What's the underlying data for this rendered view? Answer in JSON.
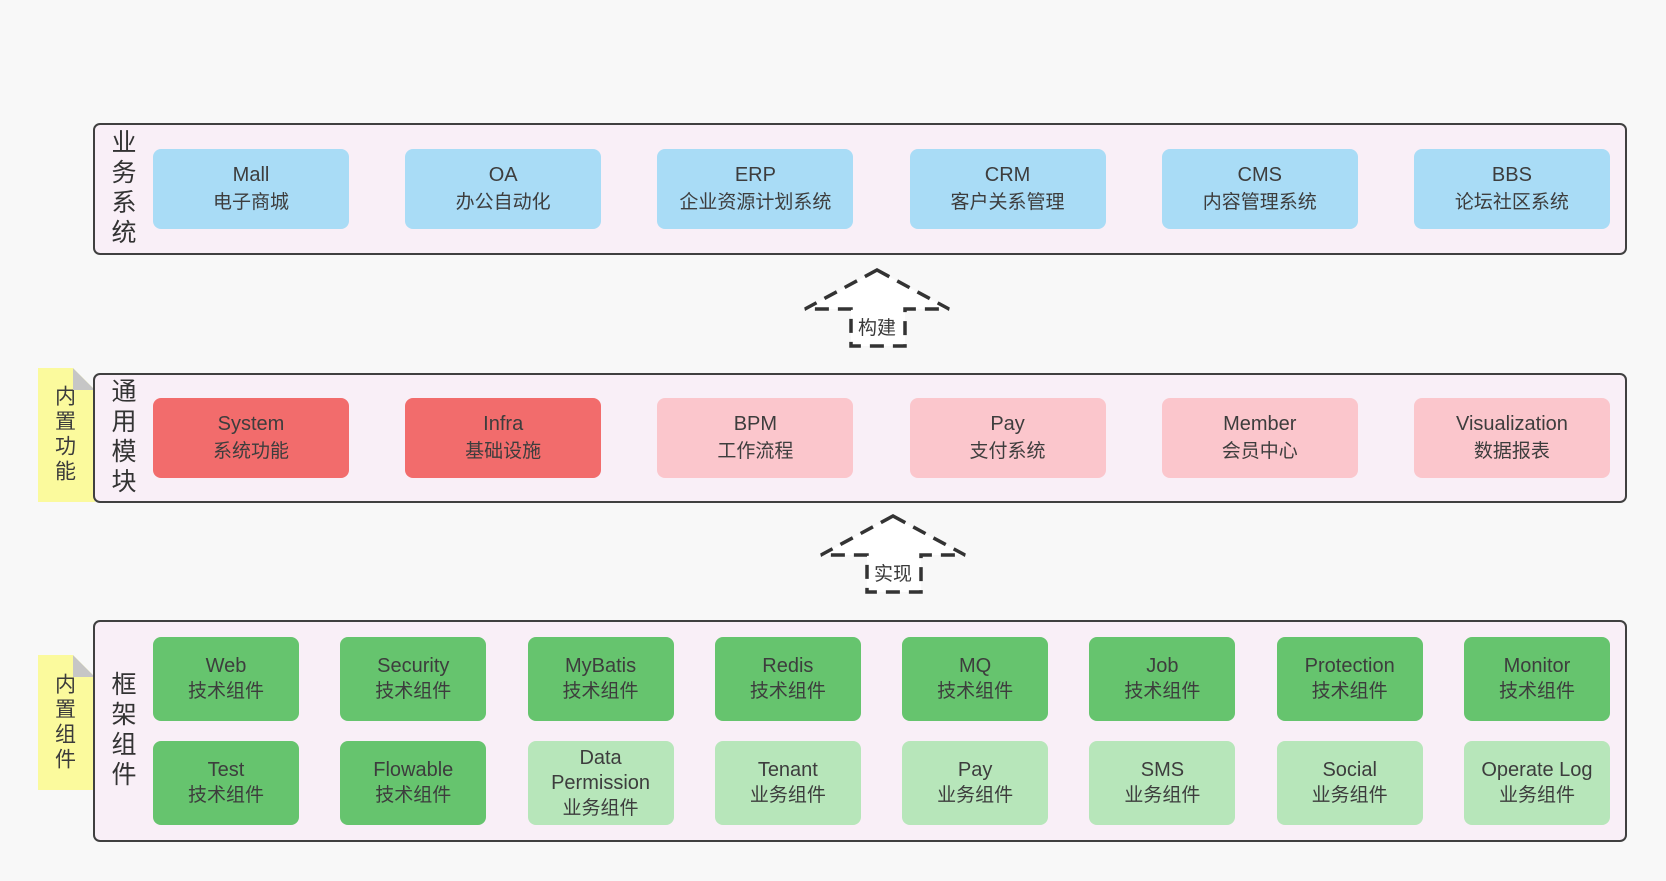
{
  "colors": {
    "page_bg": "#f8f8f8",
    "panel_bg": "#f9eff7",
    "panel_border": "#404040",
    "blue": "#a9dcf6",
    "red": "#f26c6c",
    "pink": "#fbc6cc",
    "green": "#66c46e",
    "green_light": "#b7e6ba",
    "note_yellow": "#fbfa9d",
    "note_fold": "#c6c6c6",
    "text": "#3d3d3d",
    "arrow_stroke": "#333333"
  },
  "arrows": {
    "build": "构建",
    "implement": "实现"
  },
  "sections": {
    "business": {
      "label": "业务系统",
      "boxes": [
        {
          "name": "Mall",
          "desc": "电子商城",
          "color": "blue"
        },
        {
          "name": "OA",
          "desc": "办公自动化",
          "color": "blue"
        },
        {
          "name": "ERP",
          "desc": "企业资源计划系统",
          "color": "blue"
        },
        {
          "name": "CRM",
          "desc": "客户关系管理",
          "color": "blue"
        },
        {
          "name": "CMS",
          "desc": "内容管理系统",
          "color": "blue"
        },
        {
          "name": "BBS",
          "desc": "论坛社区系统",
          "color": "blue"
        }
      ]
    },
    "modules": {
      "label": "通用模块",
      "note": "内置功能",
      "boxes": [
        {
          "name": "System",
          "desc": "系统功能",
          "color": "red"
        },
        {
          "name": "Infra",
          "desc": "基础设施",
          "color": "red"
        },
        {
          "name": "BPM",
          "desc": "工作流程",
          "color": "pink"
        },
        {
          "name": "Pay",
          "desc": "支付系统",
          "color": "pink"
        },
        {
          "name": "Member",
          "desc": "会员中心",
          "color": "pink"
        },
        {
          "name": "Visualization",
          "desc": "数据报表",
          "color": "pink"
        }
      ]
    },
    "framework": {
      "label": "框架组件",
      "note": "内置组件",
      "rows": [
        [
          {
            "name": "Web",
            "desc": "技术组件",
            "color": "green"
          },
          {
            "name": "Security",
            "desc": "技术组件",
            "color": "green"
          },
          {
            "name": "MyBatis",
            "desc": "技术组件",
            "color": "green"
          },
          {
            "name": "Redis",
            "desc": "技术组件",
            "color": "green"
          },
          {
            "name": "MQ",
            "desc": "技术组件",
            "color": "green"
          },
          {
            "name": "Job",
            "desc": "技术组件",
            "color": "green"
          },
          {
            "name": "Protection",
            "desc": "技术组件",
            "color": "green"
          },
          {
            "name": "Monitor",
            "desc": "技术组件",
            "color": "green"
          }
        ],
        [
          {
            "name": "Test",
            "desc": "技术组件",
            "color": "green"
          },
          {
            "name": "Flowable",
            "desc": "技术组件",
            "color": "green"
          },
          {
            "name": "Data Permission",
            "desc": "业务组件",
            "color": "green-light"
          },
          {
            "name": "Tenant",
            "desc": "业务组件",
            "color": "green-light"
          },
          {
            "name": "Pay",
            "desc": "业务组件",
            "color": "green-light"
          },
          {
            "name": "SMS",
            "desc": "业务组件",
            "color": "green-light"
          },
          {
            "name": "Social",
            "desc": "业务组件",
            "color": "green-light"
          },
          {
            "name": "Operate Log",
            "desc": "业务组件",
            "color": "green-light"
          }
        ]
      ]
    }
  }
}
